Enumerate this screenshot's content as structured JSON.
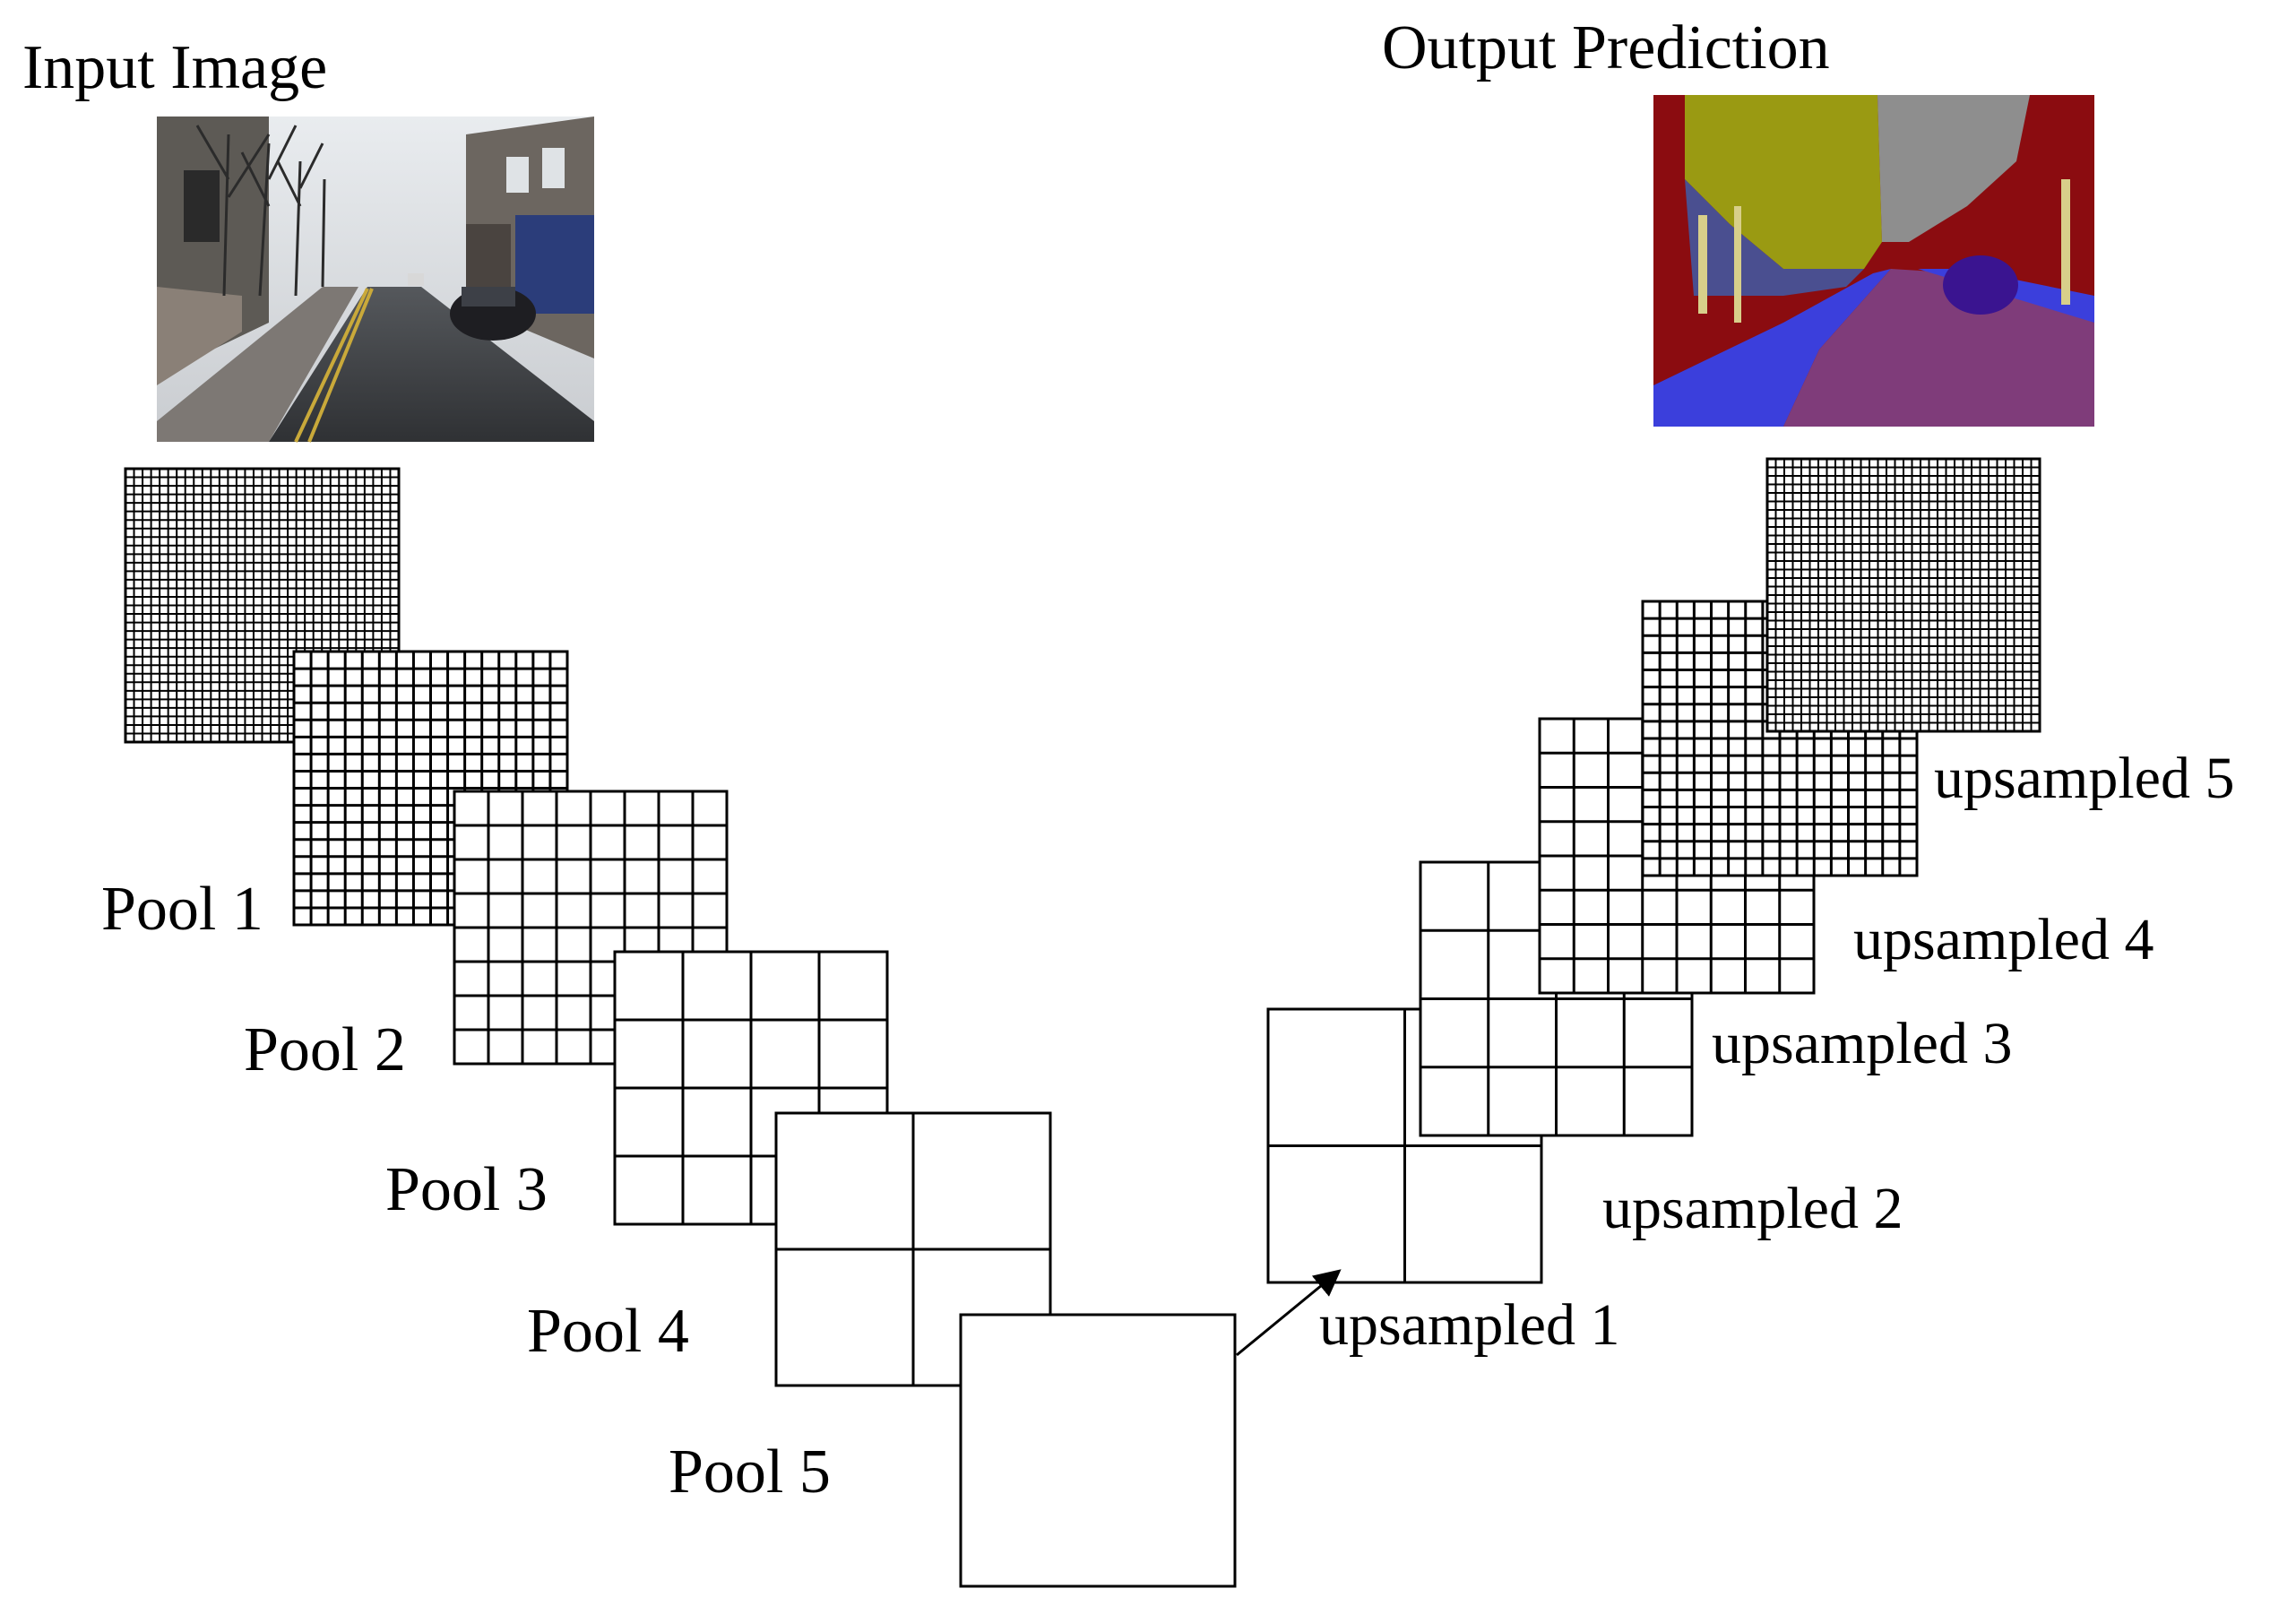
{
  "titles": {
    "input": "Input Image",
    "output": "Output Prediction"
  },
  "pool_labels": [
    "Pool 1",
    "Pool 2",
    "Pool 3",
    "Pool 4",
    "Pool 5"
  ],
  "upsampled_labels": [
    "upsampled 1",
    "upsampled 2",
    "upsampled 3",
    "upsampled 4",
    "upsampled 5"
  ],
  "colors": {
    "grid_line": "#000000",
    "background": "#ffffff",
    "seg_building": "#8b0c10",
    "seg_tree": "#9a9a12",
    "seg_sky": "#8e8e8e",
    "seg_road": "#7f3c7a",
    "seg_sidewalk": "#3b3fdc",
    "seg_car": "#3a1490",
    "seg_pole": "#d8cf8a",
    "seg_fence": "#4a4f90"
  }
}
